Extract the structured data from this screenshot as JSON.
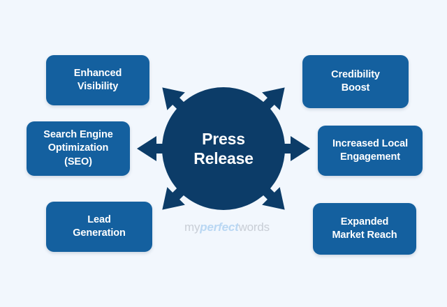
{
  "diagram": {
    "title": "Press Release",
    "background_color": "#f2f7fd",
    "hub": {
      "label": "Press\nRelease",
      "color": "#0c3c68",
      "text_color": "#ffffff",
      "shape": "circle"
    },
    "box_color": "#14609f",
    "box_text_color": "#ffffff",
    "arrow_color": "#0c3c68",
    "nodes": [
      {
        "id": "enhanced-visibility",
        "label": "Enhanced\nVisibility",
        "side": "left",
        "row": "top",
        "arrow": "up-left"
      },
      {
        "id": "seo",
        "label": "Search Engine\nOptimization\n(SEO)",
        "side": "left",
        "row": "middle",
        "arrow": "left"
      },
      {
        "id": "lead-generation",
        "label": "Lead\nGeneration",
        "side": "left",
        "row": "bottom",
        "arrow": "down-left"
      },
      {
        "id": "credibility-boost",
        "label": "Credibility\nBoost",
        "side": "right",
        "row": "top",
        "arrow": "up-right"
      },
      {
        "id": "increased-local-engagement",
        "label": "Increased Local\nEngagement",
        "side": "right",
        "row": "middle",
        "arrow": "right"
      },
      {
        "id": "expanded-market-reach",
        "label": "Expanded\nMarket Reach",
        "side": "right",
        "row": "bottom",
        "arrow": "down-right"
      }
    ],
    "arrows": [
      {
        "name": "arrow-up-left",
        "direction": "up-left"
      },
      {
        "name": "arrow-left",
        "direction": "left"
      },
      {
        "name": "arrow-down-left",
        "direction": "down-left"
      },
      {
        "name": "arrow-up-right",
        "direction": "up-right"
      },
      {
        "name": "arrow-right",
        "direction": "right"
      },
      {
        "name": "arrow-down-right",
        "direction": "down-right"
      }
    ]
  },
  "watermark": {
    "part1": "my",
    "part2": "perfect",
    "part3": "words",
    "color_light": "#c9ced6",
    "color_accent": "#b9d7f3"
  }
}
